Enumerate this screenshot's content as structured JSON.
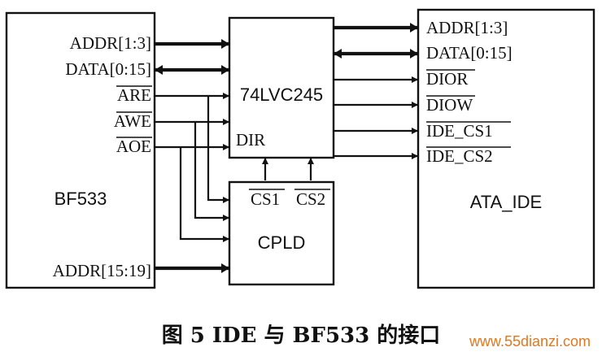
{
  "blocks": {
    "bf533": "BF533",
    "transceiver": "74LVC245",
    "cpld": "CPLD",
    "ata": "ATA_IDE"
  },
  "bf533_signals": {
    "addr": "ADDR[1:3]",
    "data": "DATA[0:15]",
    "are": "ARE",
    "awe": "AWE",
    "aoe": "AOE",
    "addr_high": "ADDR[15:19]"
  },
  "transceiver_pins": {
    "dir": "DIR"
  },
  "cpld_pins": {
    "cs1": "CS1",
    "cs2": "CS2"
  },
  "ata_signals": {
    "addr": "ADDR[1:3]",
    "data": "DATA[0:15]",
    "dior": "DIOR",
    "diow": "DIOW",
    "ide_cs1": "IDE_CS1",
    "ide_cs2": "IDE_CS2"
  },
  "caption": "图 5  IDE 与 BF533 的接口",
  "watermark": "www.55dianzi.com",
  "colors": {
    "line": "#111111",
    "watermark": "#e07820"
  }
}
